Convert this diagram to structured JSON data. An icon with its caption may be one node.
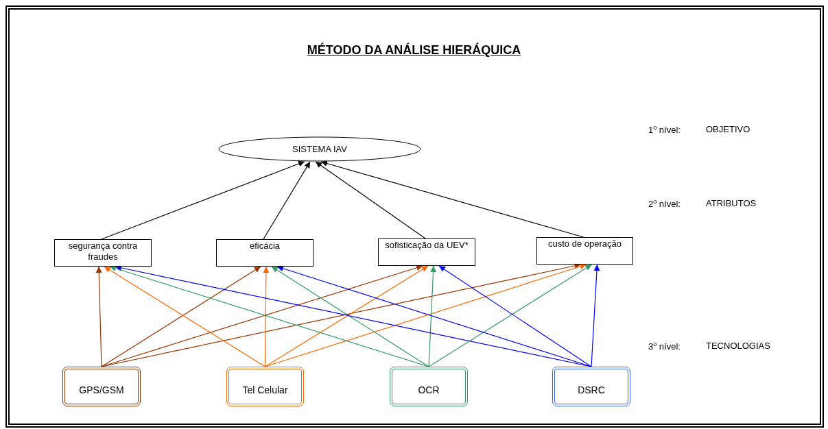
{
  "diagram": {
    "title": "MÉTODO DA ANÁLISE HIERÁQUICA",
    "nodes": [
      {
        "text": [
          "SISTEMA IAV"
        ]
      },
      {
        "text": [
          "segurança contra fraudes"
        ]
      },
      {
        "text": [
          "eficácia"
        ]
      },
      {
        "text": [
          "sofisticação da UEV*"
        ]
      },
      {
        "text": [
          "custo de operação"
        ]
      },
      {
        "text": [
          "GPS/GSM"
        ]
      },
      {
        "text": [
          "Tel Celular"
        ]
      },
      {
        "text": [
          "OCR"
        ]
      },
      {
        "text": [
          "DSRC"
        ]
      }
    ],
    "edges": [
      {
        "from": 1,
        "to": 0,
        "arrow": "to"
      },
      {
        "from": 2,
        "to": 0,
        "arrow": "to"
      },
      {
        "from": 3,
        "to": 0,
        "arrow": "to"
      },
      {
        "from": 4,
        "to": 0,
        "arrow": "to"
      },
      {
        "from": 5,
        "to": 1,
        "arrow": "to",
        "color": "#993300"
      },
      {
        "from": 5,
        "to": 2,
        "arrow": "to",
        "color": "#993300"
      },
      {
        "from": 5,
        "to": 3,
        "arrow": "to",
        "color": "#993300"
      },
      {
        "from": 5,
        "to": 4,
        "arrow": "to",
        "color": "#993300"
      },
      {
        "from": 6,
        "to": 1,
        "arrow": "to",
        "color": "#ff6600"
      },
      {
        "from": 6,
        "to": 2,
        "arrow": "to",
        "color": "#ff6600"
      },
      {
        "from": 6,
        "to": 3,
        "arrow": "to",
        "color": "#ff6600"
      },
      {
        "from": 6,
        "to": 4,
        "arrow": "to",
        "color": "#ff6600"
      },
      {
        "from": 7,
        "to": 1,
        "arrow": "to",
        "color": "#339966"
      },
      {
        "from": 7,
        "to": 2,
        "arrow": "to",
        "color": "#339966"
      },
      {
        "from": 7,
        "to": 3,
        "arrow": "to",
        "color": "#339966"
      },
      {
        "from": 7,
        "to": 4,
        "arrow": "to",
        "color": "#339966"
      },
      {
        "from": 8,
        "to": 1,
        "arrow": "to",
        "color": "#0000ff"
      },
      {
        "from": 8,
        "to": 2,
        "arrow": "to",
        "color": "#0000ff"
      },
      {
        "from": 8,
        "to": 3,
        "arrow": "to",
        "color": "#0000ff"
      },
      {
        "from": 8,
        "to": 4,
        "arrow": "to",
        "color": "#0000ff"
      }
    ],
    "labels": [
      "1$^{o}$ nível:",
      "OBJETIVO",
      "2$^{o}$ nível:",
      "ATRIBUTOS",
      "3$^{o}$ nível:",
      "TECNOLOGIAS"
    ]
  }
}
